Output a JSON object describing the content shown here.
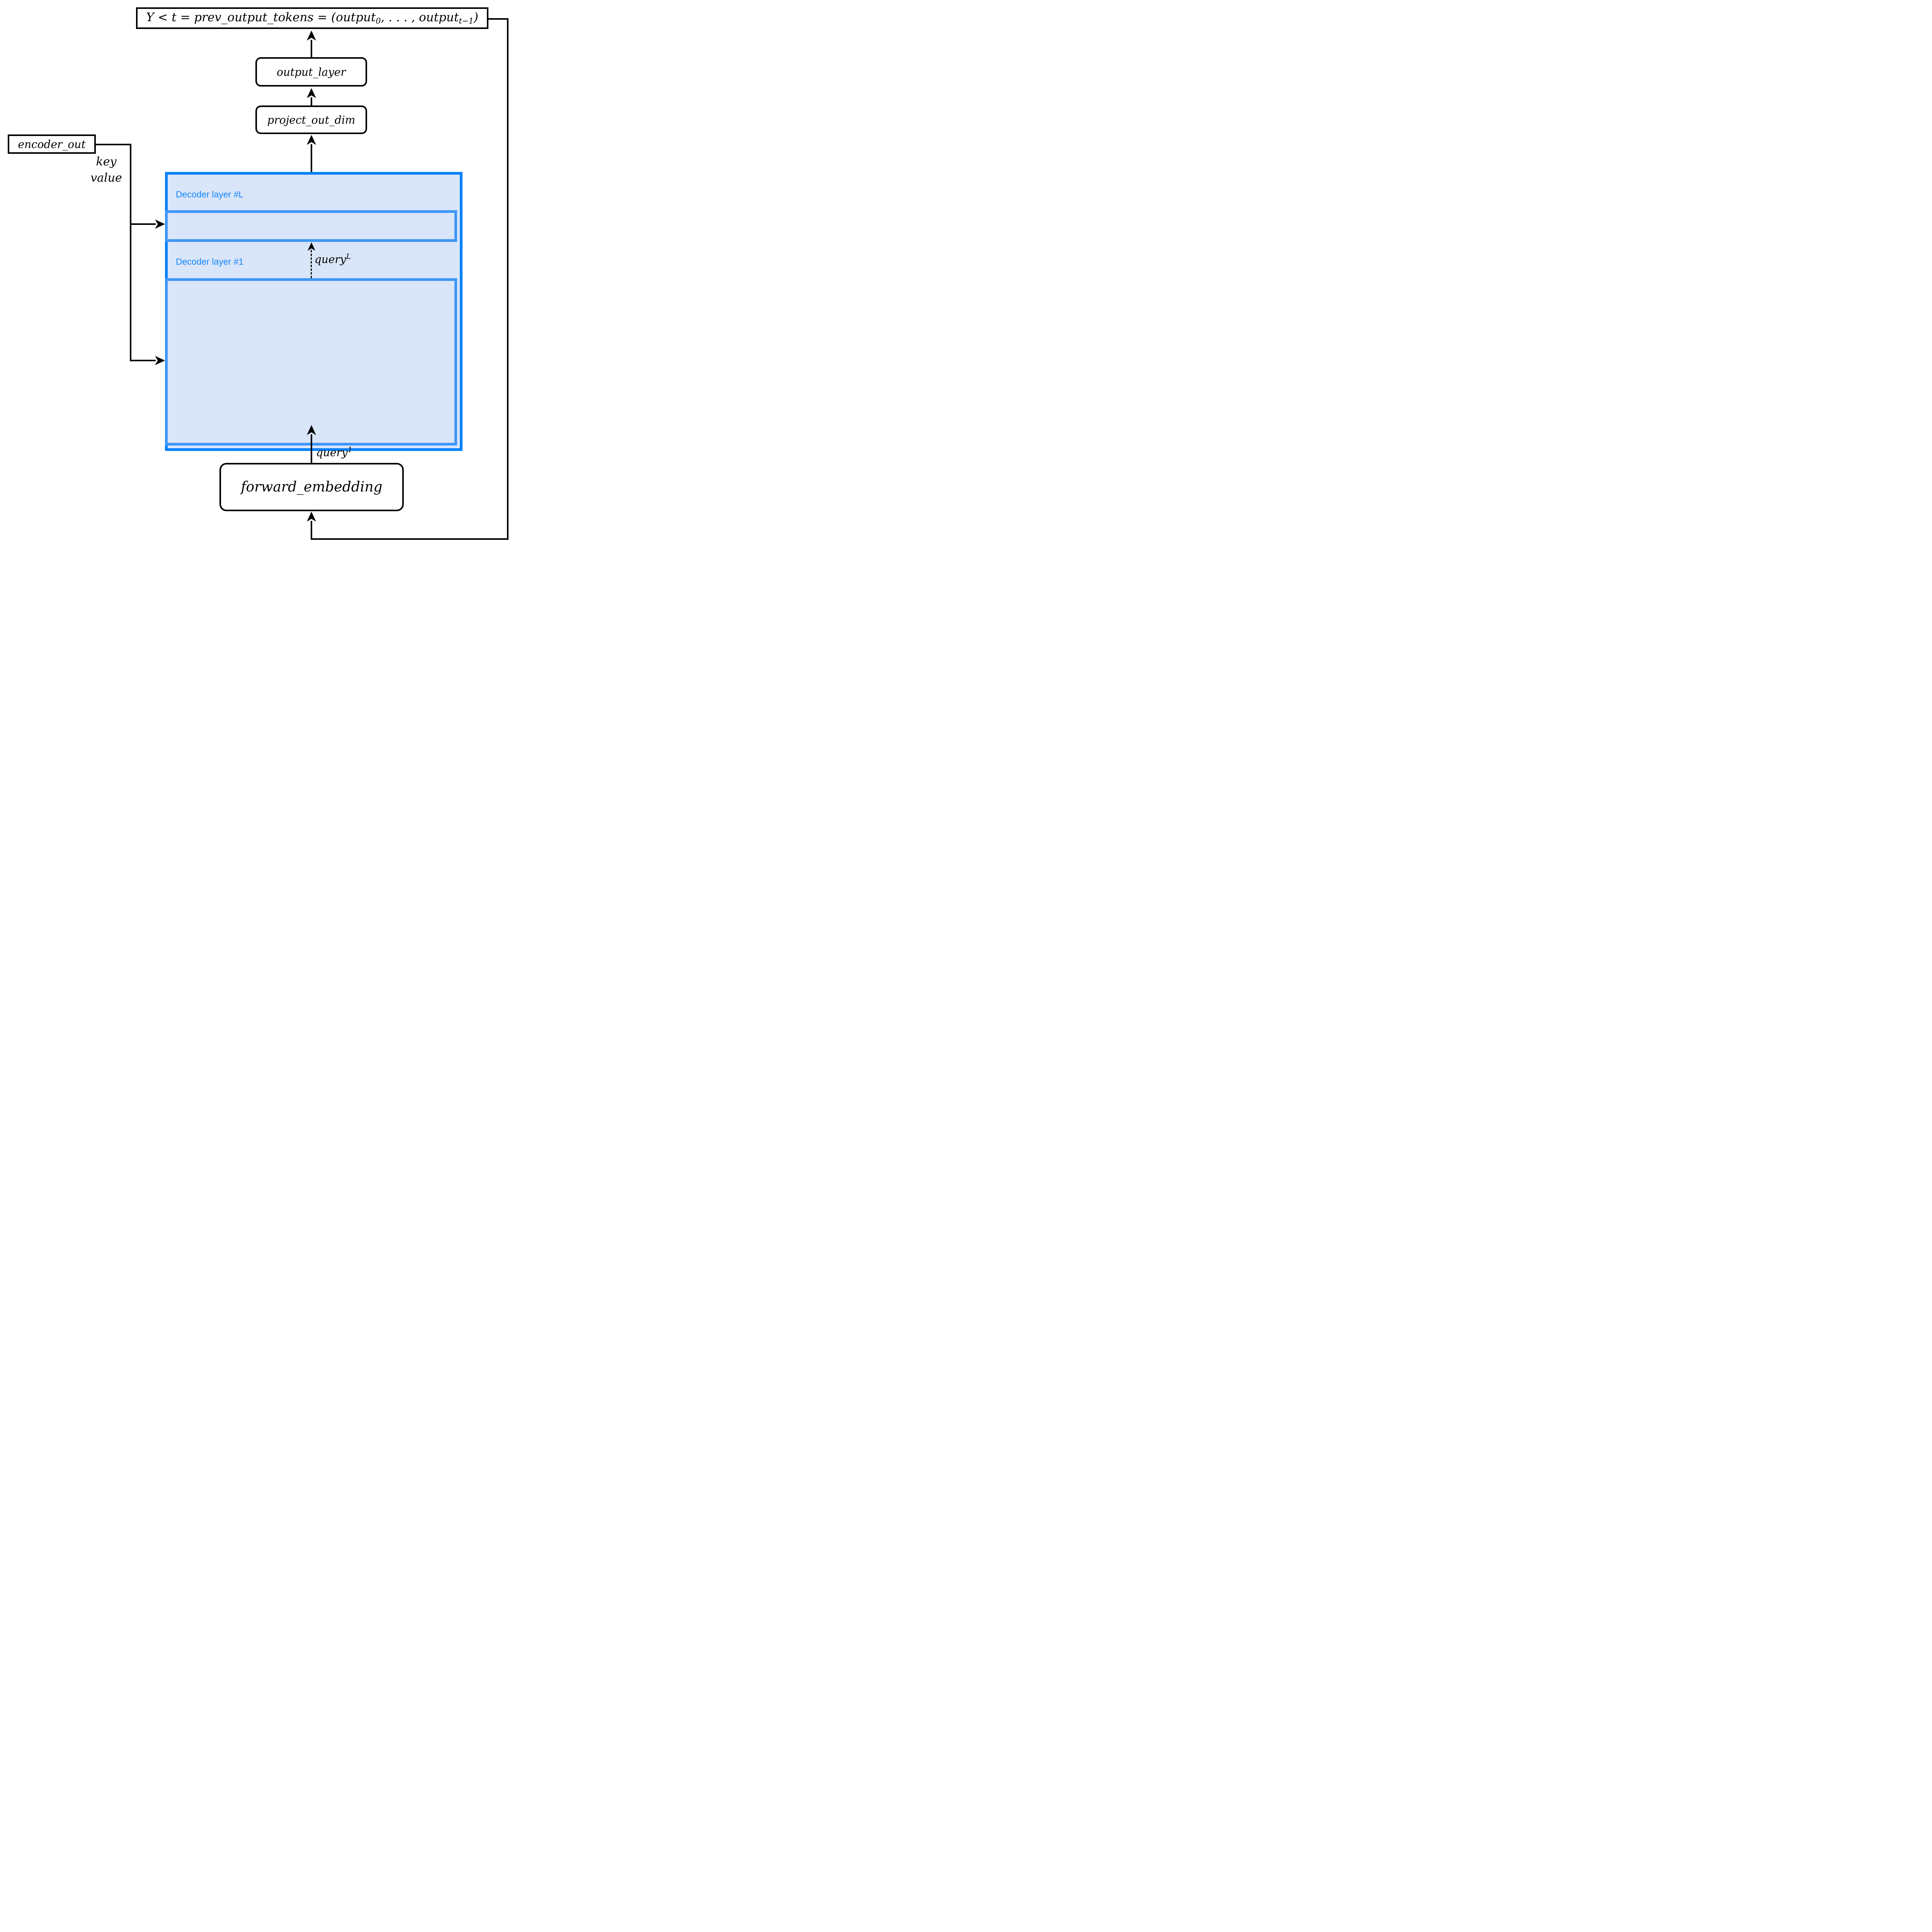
{
  "colors": {
    "accent_border": "#0581fa",
    "accent_medium": "#3e97f8",
    "panel_fill": "#d9e5f8",
    "decoder_label_text": "#1486fb",
    "line_color": "#000000",
    "background": "#ffffff"
  },
  "top_output_box": {
    "part1": "Y < t = prev_output_tokens = (output",
    "sub1": "0",
    "part2": ", . . . , output",
    "sub2": "t−1",
    "part3": ")"
  },
  "boxes": {
    "output_layer": "output_layer",
    "project_out_dim": "project_out_dim",
    "encoder_out": "encoder_out",
    "forward_embedding": "forward_embedding"
  },
  "decoder_stack": {
    "top_label": "Decoder layer #L",
    "bottom_label": "Decoder layer #1"
  },
  "edge_labels": {
    "key": "key",
    "value": "value",
    "query_top_base": "query",
    "query_top_sup": "L",
    "query_bottom_base": "query",
    "query_bottom_sup": "1"
  }
}
